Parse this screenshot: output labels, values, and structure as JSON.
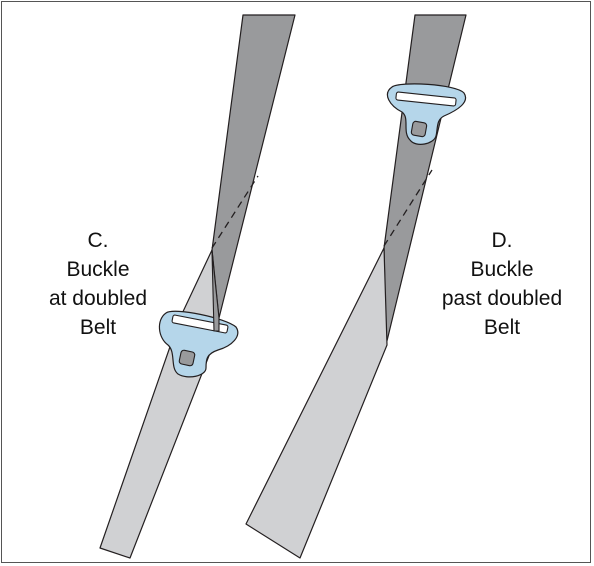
{
  "colors": {
    "belt_dark": "#999a9c",
    "belt_light": "#d0d1d3",
    "buckle": "#b5d6ea",
    "outline": "#231f20"
  },
  "panels": [
    {
      "id": "C",
      "caption_lines": [
        "C.",
        "Buckle",
        "at doubled",
        "Belt"
      ],
      "icon": "seat-belt-buckle-icon"
    },
    {
      "id": "D",
      "caption_lines": [
        "D.",
        "Buckle",
        "past doubled",
        "Belt"
      ],
      "icon": "seat-belt-buckle-icon"
    }
  ]
}
